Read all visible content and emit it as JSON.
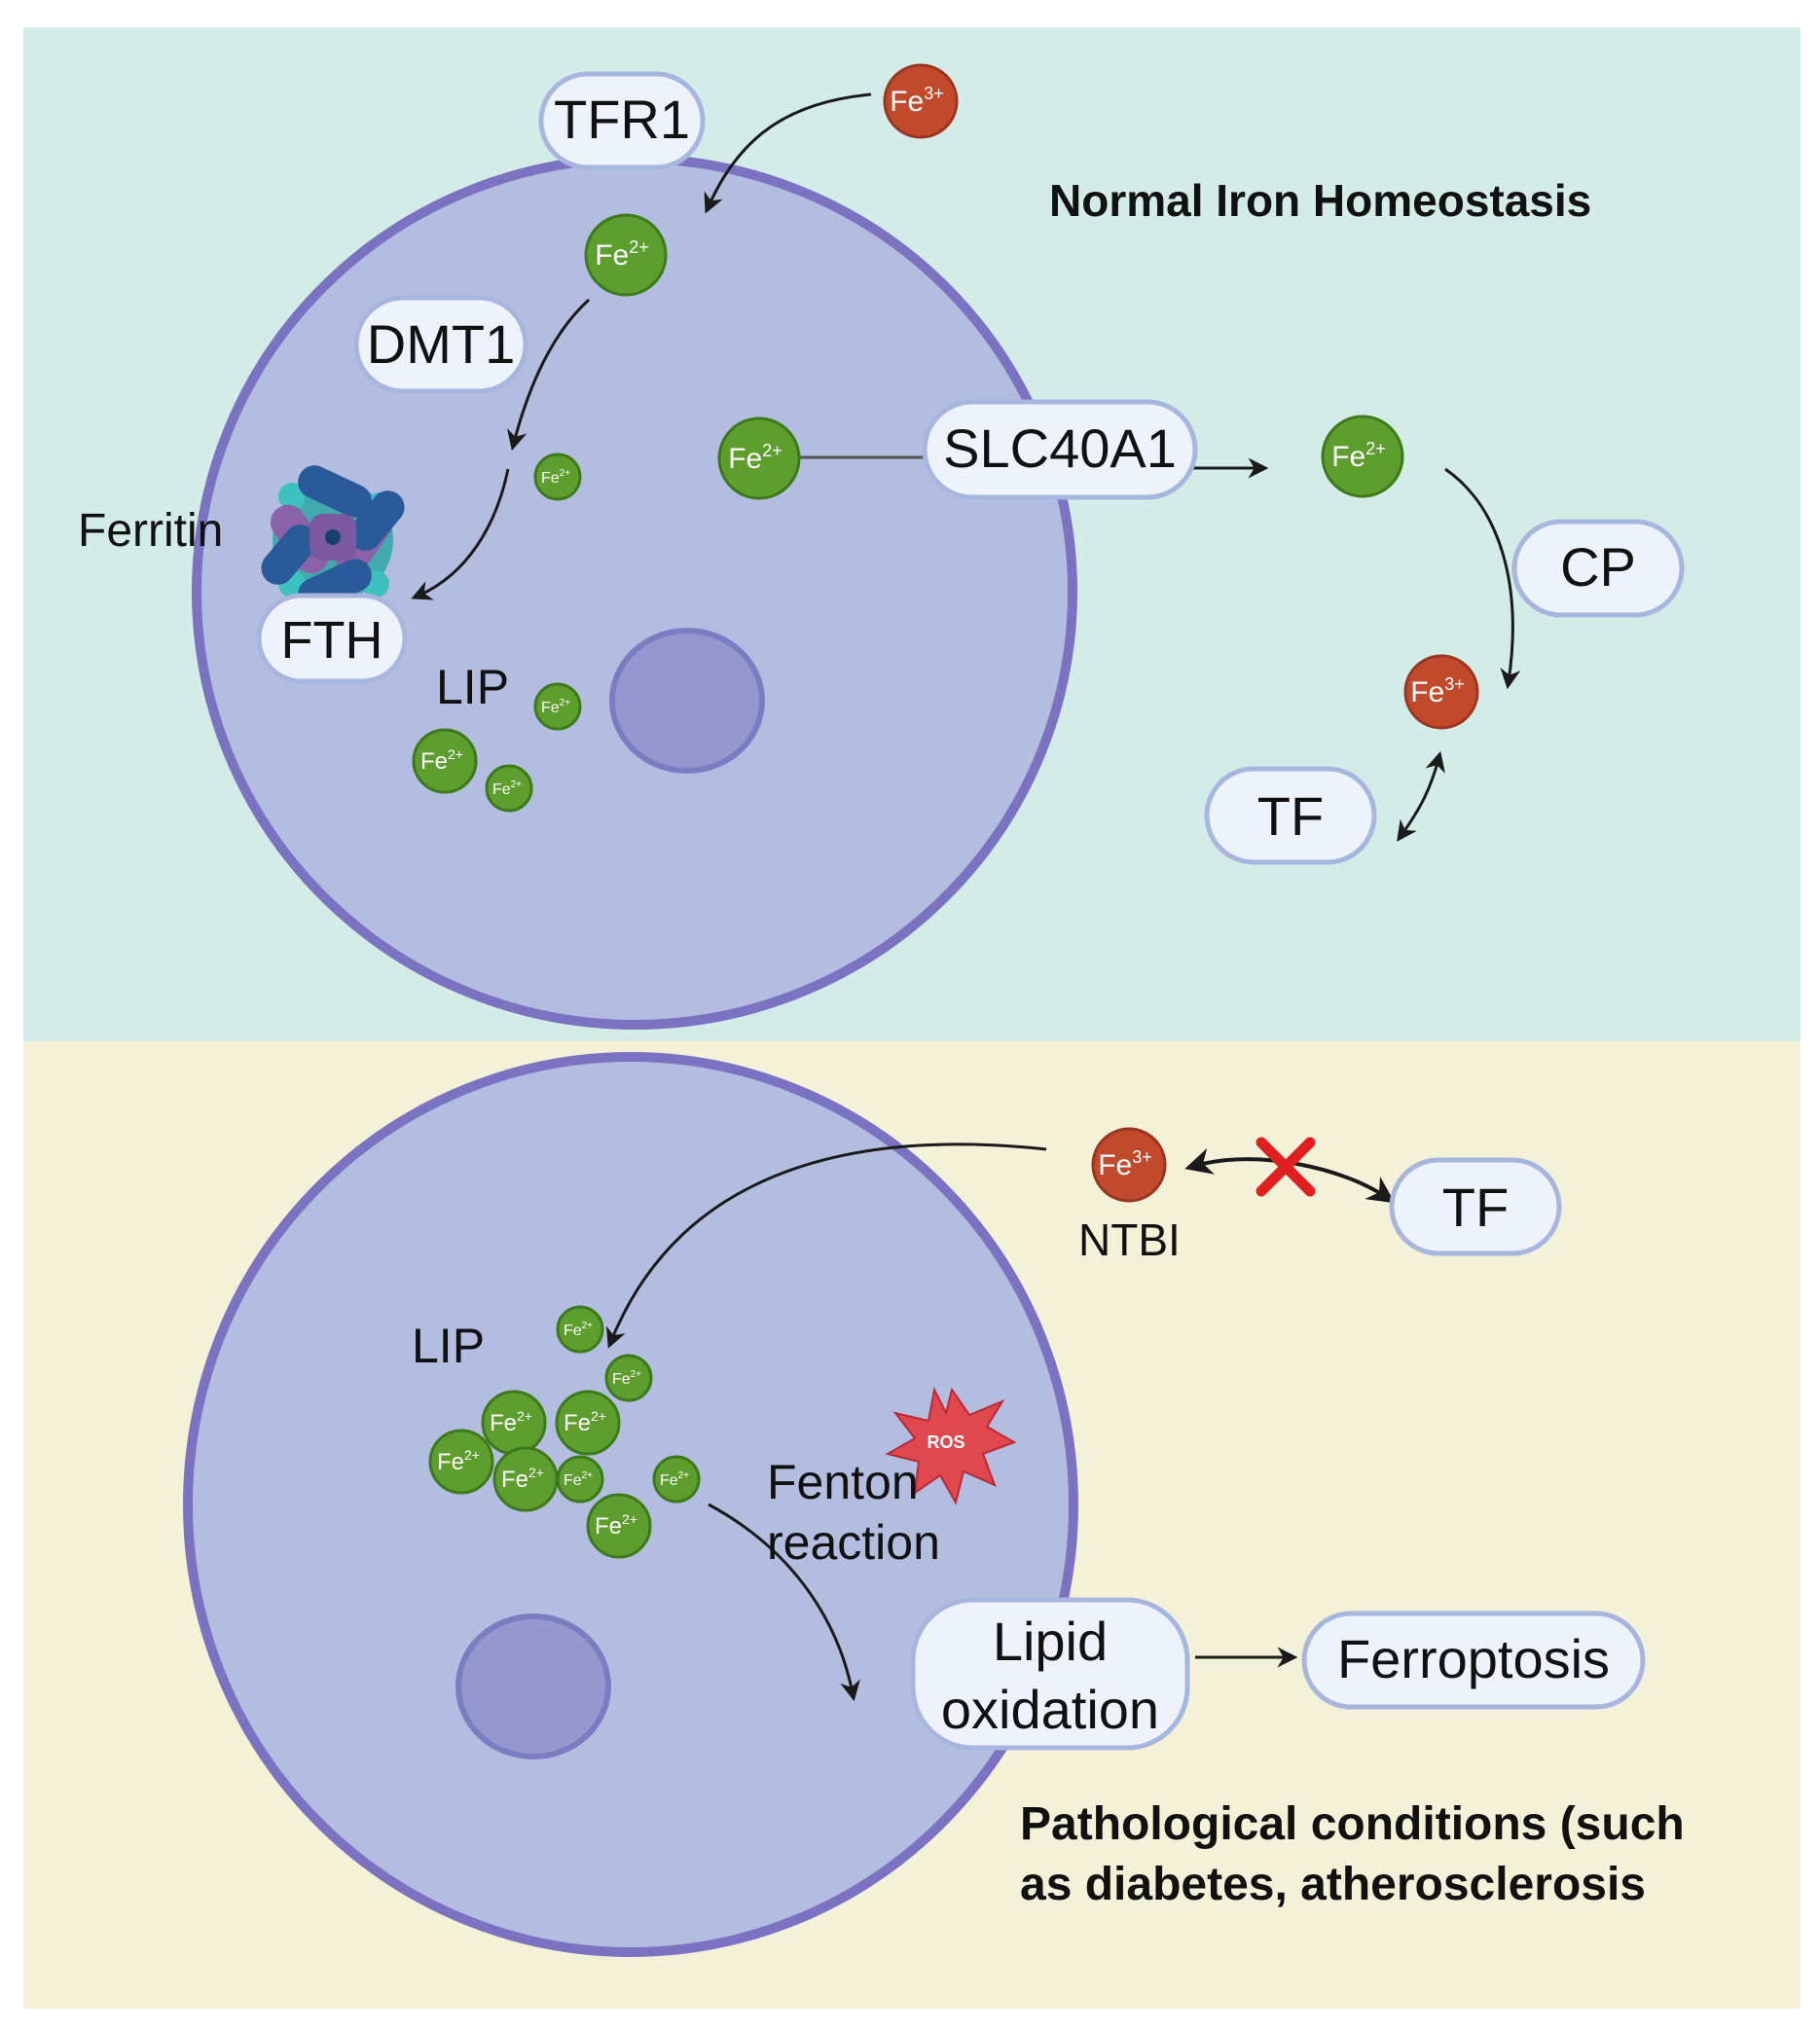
{
  "top_panel": {
    "title": "Normal Iron Homeostasis",
    "labels": {
      "tfr1": "TFR1",
      "dmt1": "DMT1",
      "slc40a1": "SLC40A1",
      "cp": "CP",
      "tf": "TF",
      "fth": "FTH",
      "ferritin": "Ferritin",
      "lip": "LIP"
    }
  },
  "bottom_panel": {
    "title_line1": "Pathological conditions (such",
    "title_line2": "as diabetes, atherosclerosis",
    "labels": {
      "ntbi": "NTBI",
      "tf": "TF",
      "lip": "LIP",
      "fenton_line1": "Fenton",
      "fenton_line2": "reaction",
      "lipid_line1": "Lipid",
      "lipid_line2": "oxidation",
      "ferroptosis": "Ferroptosis",
      "ros": "ROS"
    }
  },
  "ions": {
    "ferrous_base": "Fe",
    "ferrous_charge": "2+",
    "ferric_base": "Fe",
    "ferric_charge": "3+"
  },
  "colors": {
    "top_background": "#d3ece7",
    "bottom_background": "#f3f1d8",
    "cell_fill": "#b3bde0",
    "cell_border": "#7b73c2",
    "nucleus_fill": "#9597cf",
    "ferrous_ion": "#5e9e2e",
    "ferric_ion": "#c24a2c",
    "label_pill_fill": "#eef3fb",
    "label_pill_border": "#a7b6df",
    "ros_burst": "#e04850",
    "block_x": "#e02020"
  }
}
